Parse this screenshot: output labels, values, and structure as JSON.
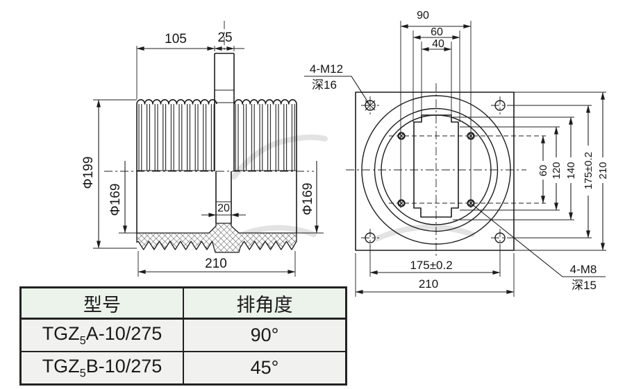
{
  "side_view": {
    "dims": {
      "top_shed_width": "105",
      "stem_width": "25",
      "shed_diameter": "Φ199",
      "core_diameter_left": "Φ169",
      "core_diameter_right": "Φ169",
      "neck_width": "20",
      "base_width": "210"
    }
  },
  "front_view": {
    "dims": {
      "slot_outer": "90",
      "slot_mid": "60",
      "slot_inner": "40",
      "holes_spacing_v": "60",
      "step_height": "120",
      "slot_height": "140",
      "bolt_spacing_v": "175±0.2",
      "plate_height": "210",
      "bolt_spacing_h": "175±0.2",
      "plate_width": "210"
    },
    "callouts": {
      "corner_thread": "4-M12",
      "corner_thread_depth": "深16",
      "inner_thread": "4-M8",
      "inner_thread_depth": "深15"
    }
  },
  "table": {
    "headers": [
      "型号",
      "排角度"
    ],
    "rows": [
      {
        "model_prefix": "TGZ",
        "model_sub": "5",
        "model_rest": "A-10/275",
        "angle": "90°"
      },
      {
        "model_prefix": "TGZ",
        "model_sub": "5",
        "model_rest": "B-10/275",
        "angle": "45°"
      }
    ],
    "colors": {
      "header_bg": "#ebf3ea",
      "row_bg": "#f1f1ef",
      "line": "#1c1c1c"
    }
  }
}
